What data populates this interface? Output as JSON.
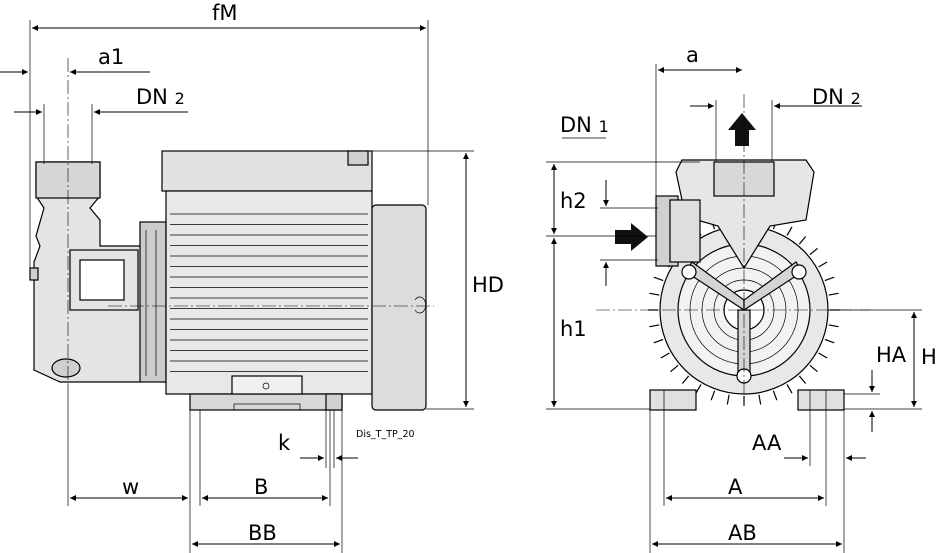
{
  "drawing_code": "Dis_T_TP_20",
  "side_view": {
    "labels": {
      "fM": "fM",
      "a1": "a1",
      "dn": "DN",
      "dn_sub": "2",
      "hd": "HD",
      "k": "k",
      "w": "w",
      "b": "B",
      "bb": "BB"
    }
  },
  "front_view": {
    "labels": {
      "a": "a",
      "dn2": "DN",
      "dn2_sub": "2",
      "dn1": "DN",
      "dn1_sub": "1",
      "h2": "h2",
      "h1": "h1",
      "ha": "HA",
      "h": "H",
      "aa": "AA",
      "a_dim": "A",
      "ab": "AB"
    }
  },
  "colors": {
    "body_fill": "#e4e4e4",
    "dark_fill": "#c8c8c8",
    "line": "#000000"
  }
}
